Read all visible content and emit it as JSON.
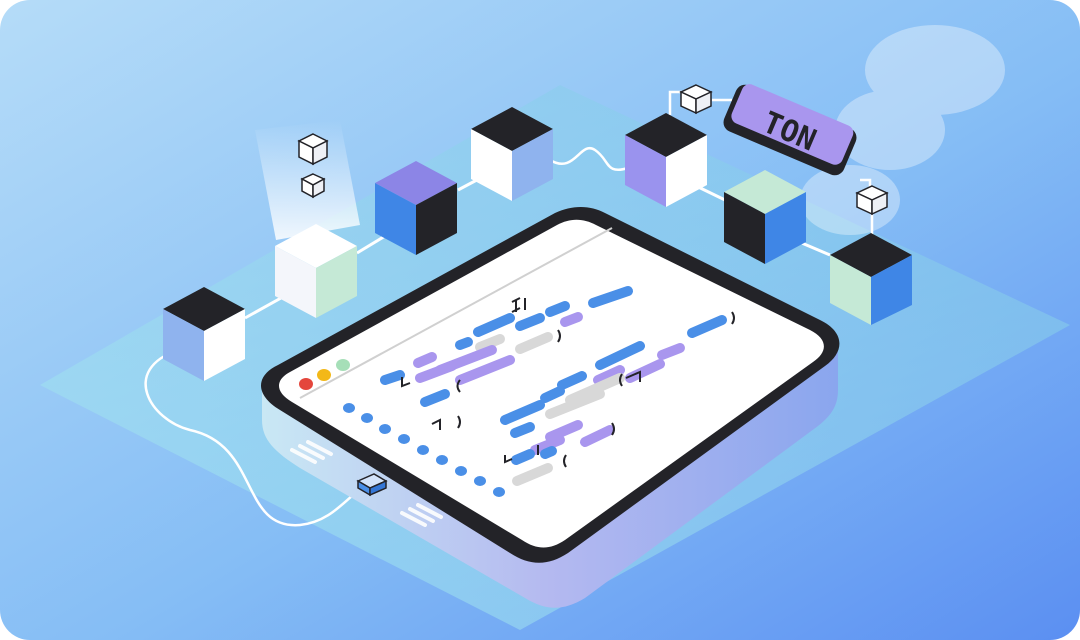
{
  "banner": {
    "badge_text": "TON"
  },
  "colors": {
    "bg_start": "#a7d8f5",
    "bg_end": "#5b95f3",
    "block_blue": "#3f86e6",
    "block_purple": "#9a93ee",
    "block_green": "#c5e9d6",
    "block_dark": "#232328",
    "code_blue": "#4a8fe7",
    "code_purple": "#a996ee",
    "code_gray": "#d8d8d8",
    "dot_red": "#e4463c",
    "dot_yellow": "#f3b818",
    "dot_green": "#a6dfb8"
  },
  "window": {
    "traffic_lights": [
      "close-dot",
      "minimize-dot",
      "maximize-dot"
    ]
  }
}
